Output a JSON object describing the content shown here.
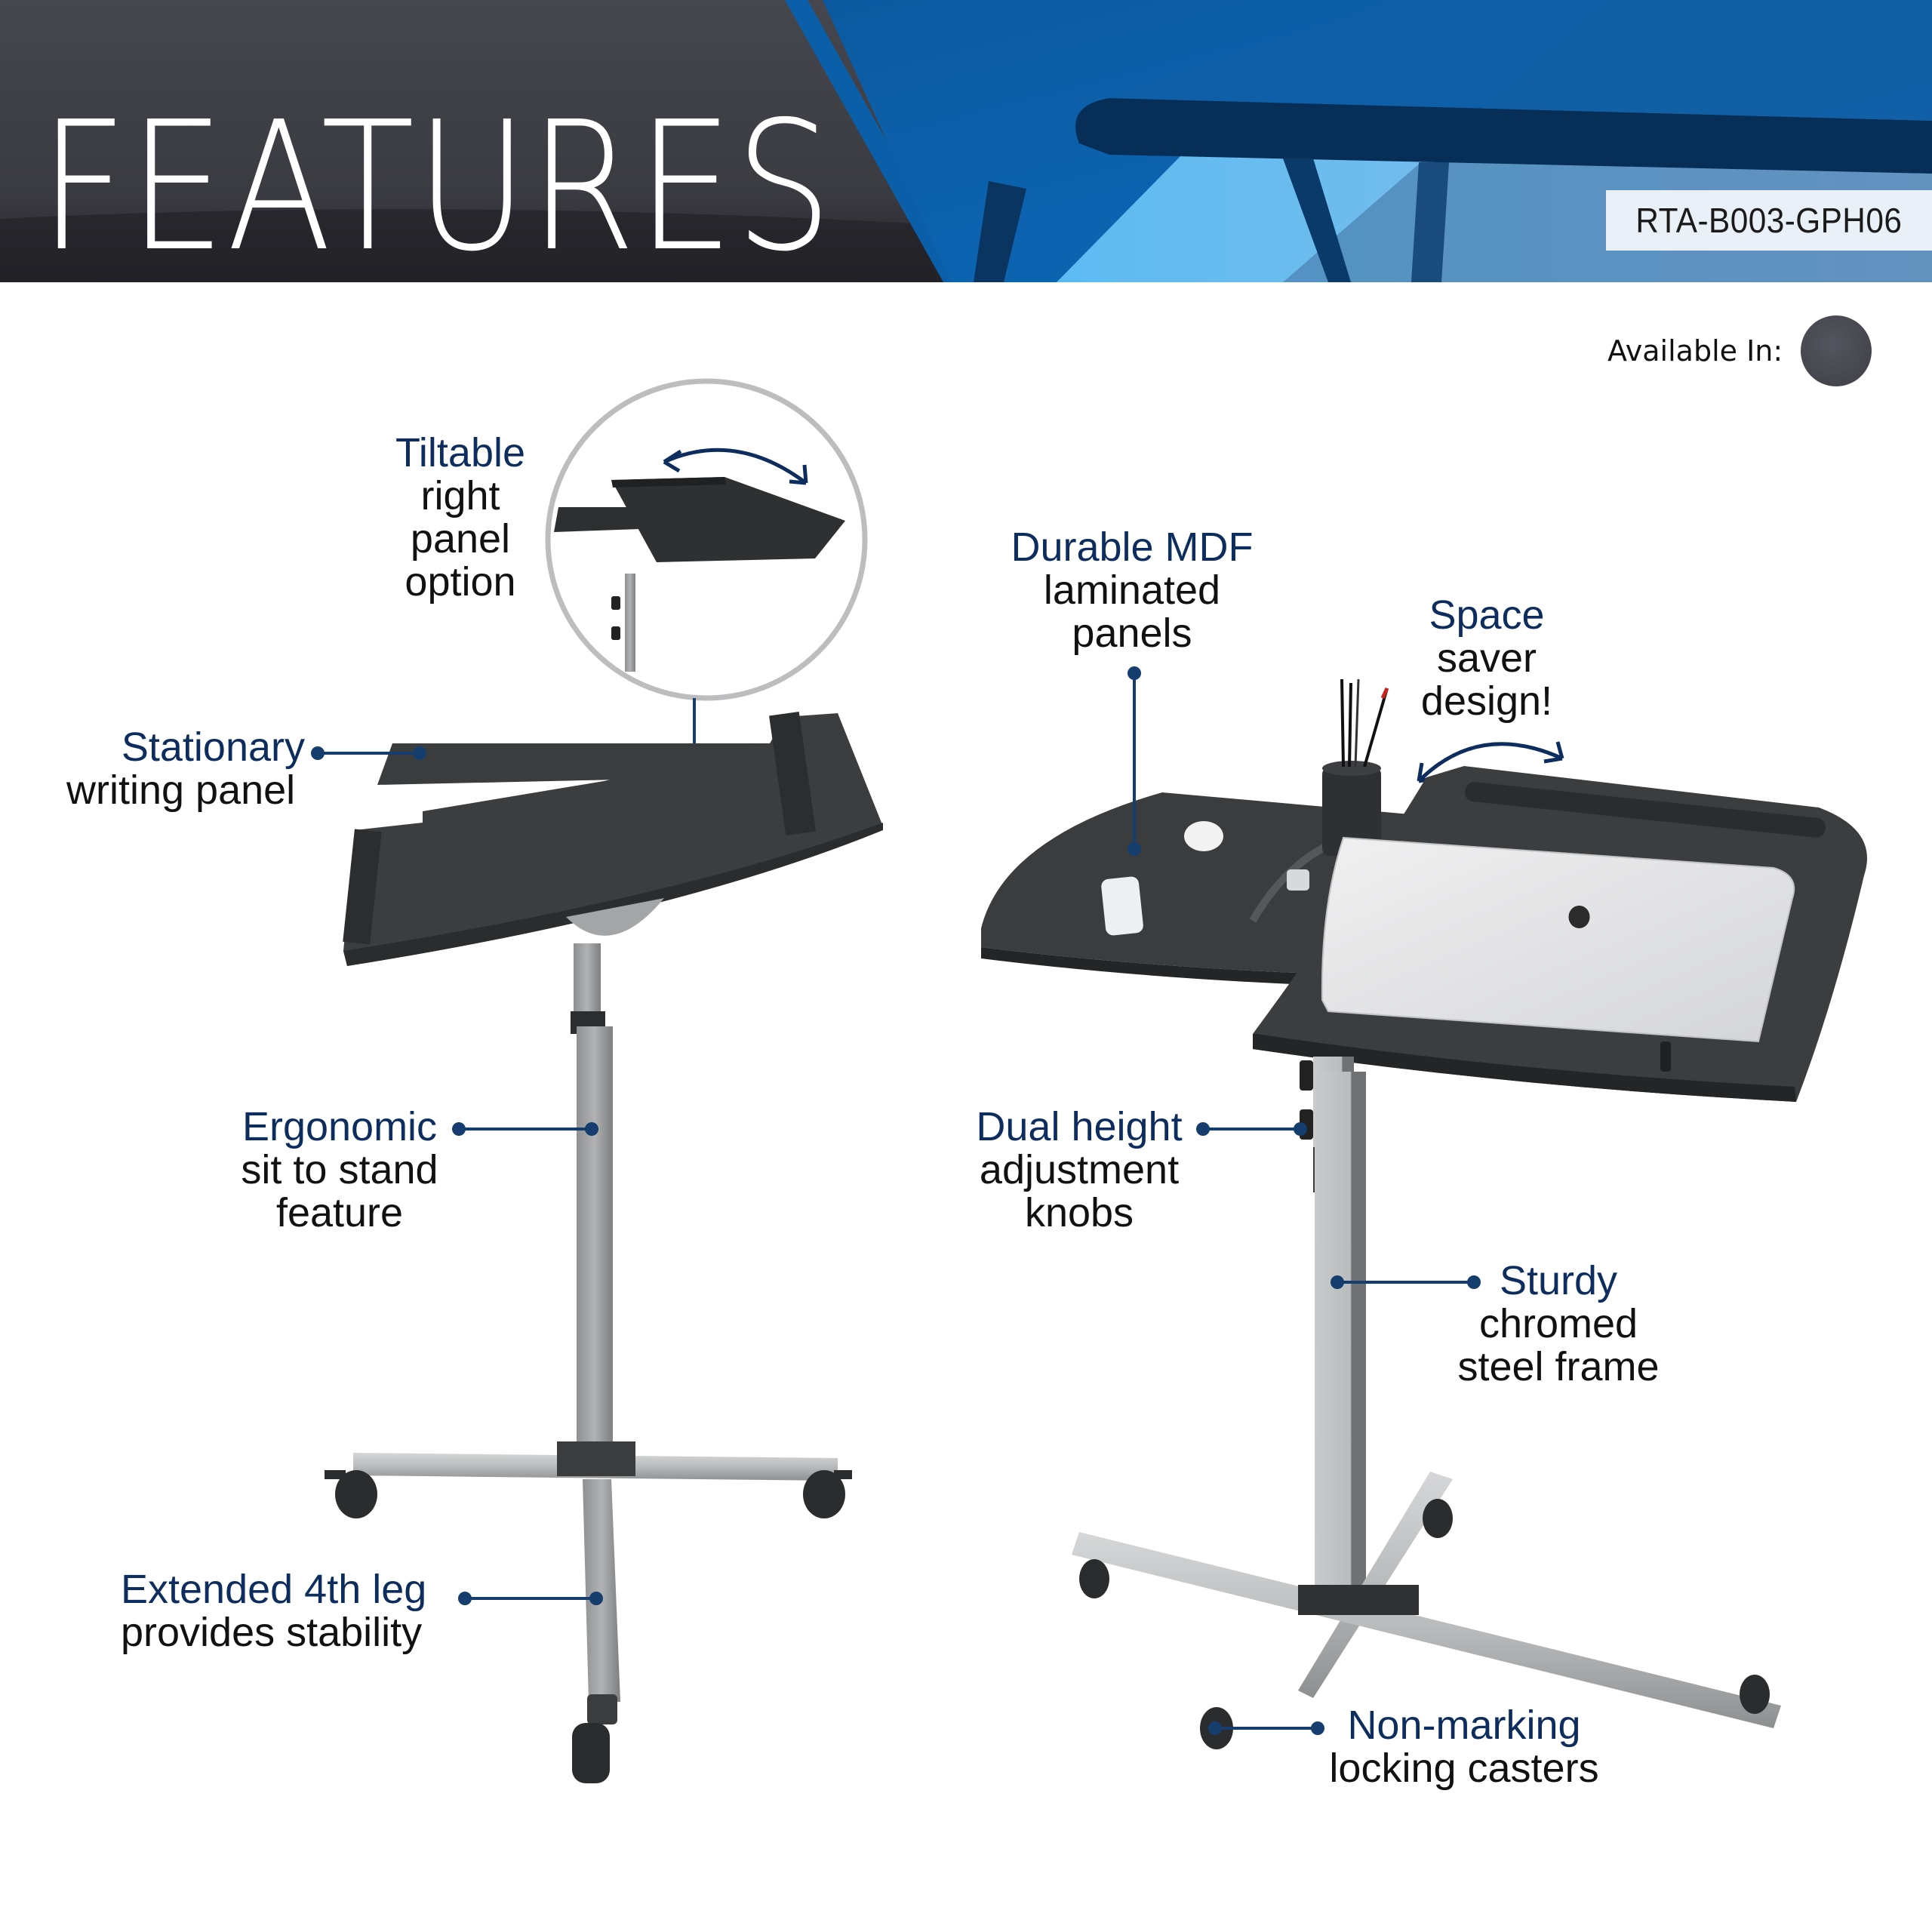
{
  "banner": {
    "title": "FEATURES",
    "sku": "RTA-B003-GPH06"
  },
  "availability": {
    "label": "Available In:",
    "swatches": [
      {
        "name": "graphite",
        "color": "#4a4a52"
      }
    ]
  },
  "colors": {
    "accent_navy": "#0d2d5e",
    "callout_line": "#153d6e",
    "text_dark": "#111111",
    "panel_dark": "#3a3c3e",
    "frame_silver": "#a8a9ab",
    "banner_blue": "#0a5fa8",
    "banner_light_blue": "#6cc4f5"
  },
  "callouts": [
    {
      "id": "tiltable",
      "highlight": "Tiltable",
      "lines": [
        "right",
        "panel",
        "option"
      ]
    },
    {
      "id": "stationary",
      "highlight": "Stationary",
      "lines": [
        "writing panel"
      ]
    },
    {
      "id": "ergonomic",
      "highlight": "Ergonomic",
      "lines": [
        "sit to stand",
        "feature"
      ]
    },
    {
      "id": "extended-leg",
      "highlight": "Extended 4th leg",
      "lines": [
        "provides stability"
      ]
    },
    {
      "id": "durable-mdf",
      "highlight": "Durable MDF",
      "lines": [
        "laminated",
        "panels"
      ]
    },
    {
      "id": "space-saver",
      "highlight": "Space",
      "lines": [
        "saver",
        "design!"
      ]
    },
    {
      "id": "dual-height",
      "highlight": "Dual height",
      "lines": [
        "adjustment",
        "knobs"
      ]
    },
    {
      "id": "sturdy-frame",
      "highlight": "Sturdy",
      "lines": [
        "chromed",
        "steel frame"
      ]
    },
    {
      "id": "casters",
      "highlight": "Non-marking",
      "lines": [
        "locking casters"
      ]
    }
  ]
}
